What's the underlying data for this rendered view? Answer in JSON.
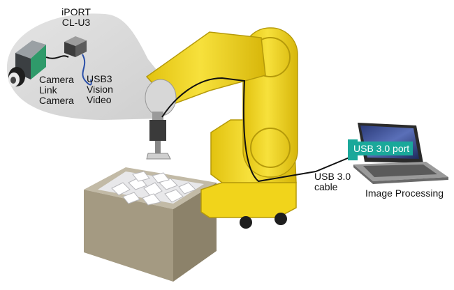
{
  "labels": {
    "iport": [
      "iPORT",
      "CL-U3"
    ],
    "camera": [
      "Camera",
      "Link",
      "Camera"
    ],
    "usb3_vision": [
      "USB3",
      "Vision",
      "Video"
    ],
    "usb_cable": [
      "USB 3.0",
      "cable"
    ],
    "usb_port": "USB 3.0 port",
    "image_processing": "Image Processing"
  },
  "colors": {
    "robot_yellow": "#f1d41b",
    "robot_outline": "#b59a0a",
    "box_tan": "#a49a82",
    "port_teal": "#1aa89a",
    "camera_green": "#2f9a6a",
    "cable": "#111111"
  }
}
